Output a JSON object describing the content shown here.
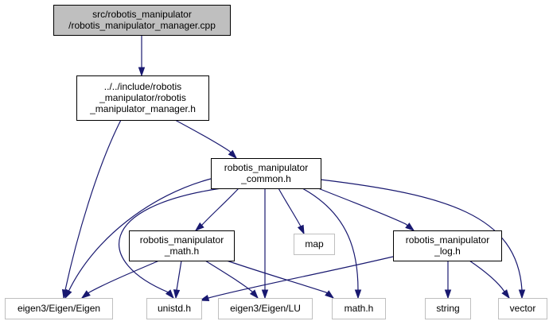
{
  "graph": {
    "colors": {
      "edge": "#191970",
      "box_border": "#000000",
      "current_file_fill": "#bfbfbf",
      "external_border": "#bfbfbf",
      "fill": "#ffffff"
    },
    "nodes": [
      {
        "id": "cpp",
        "lines": [
          "src/robotis_manipulator",
          "/robotis_manipulator_manager.cpp"
        ],
        "style": "current",
        "interactable": false
      },
      {
        "id": "manager_h",
        "lines": [
          "../../include/robotis",
          "_manipulator/robotis",
          "_manipulator_manager.h"
        ],
        "style": "documented",
        "interactable": true
      },
      {
        "id": "common_h",
        "lines": [
          "robotis_manipulator",
          "_common.h"
        ],
        "style": "documented",
        "interactable": true
      },
      {
        "id": "math_h_doc",
        "lines": [
          "robotis_manipulator",
          "_math.h"
        ],
        "style": "documented",
        "interactable": true
      },
      {
        "id": "log_h",
        "lines": [
          "robotis_manipulator",
          "_log.h"
        ],
        "style": "documented",
        "interactable": true
      },
      {
        "id": "map",
        "lines": [
          "map"
        ],
        "style": "external",
        "interactable": false
      },
      {
        "id": "eigen",
        "lines": [
          "eigen3/Eigen/Eigen"
        ],
        "style": "external",
        "interactable": false
      },
      {
        "id": "unistd",
        "lines": [
          "unistd.h"
        ],
        "style": "external",
        "interactable": false
      },
      {
        "id": "eigen_lu",
        "lines": [
          "eigen3/Eigen/LU"
        ],
        "style": "external",
        "interactable": false
      },
      {
        "id": "mathh",
        "lines": [
          "math.h"
        ],
        "style": "external",
        "interactable": false
      },
      {
        "id": "string",
        "lines": [
          "string"
        ],
        "style": "external",
        "interactable": false
      },
      {
        "id": "vector",
        "lines": [
          "vector"
        ],
        "style": "external",
        "interactable": false
      }
    ],
    "edges": [
      {
        "from": "cpp",
        "to": "manager_h"
      },
      {
        "from": "manager_h",
        "to": "eigen"
      },
      {
        "from": "manager_h",
        "to": "common_h"
      },
      {
        "from": "common_h",
        "to": "eigen"
      },
      {
        "from": "common_h",
        "to": "unistd"
      },
      {
        "from": "common_h",
        "to": "math_h_doc"
      },
      {
        "from": "common_h",
        "to": "eigen_lu"
      },
      {
        "from": "common_h",
        "to": "map"
      },
      {
        "from": "common_h",
        "to": "mathh"
      },
      {
        "from": "common_h",
        "to": "log_h"
      },
      {
        "from": "common_h",
        "to": "vector"
      },
      {
        "from": "math_h_doc",
        "to": "eigen"
      },
      {
        "from": "math_h_doc",
        "to": "unistd"
      },
      {
        "from": "math_h_doc",
        "to": "eigen_lu"
      },
      {
        "from": "math_h_doc",
        "to": "mathh"
      },
      {
        "from": "log_h",
        "to": "unistd"
      },
      {
        "from": "log_h",
        "to": "string"
      },
      {
        "from": "log_h",
        "to": "vector"
      }
    ]
  }
}
